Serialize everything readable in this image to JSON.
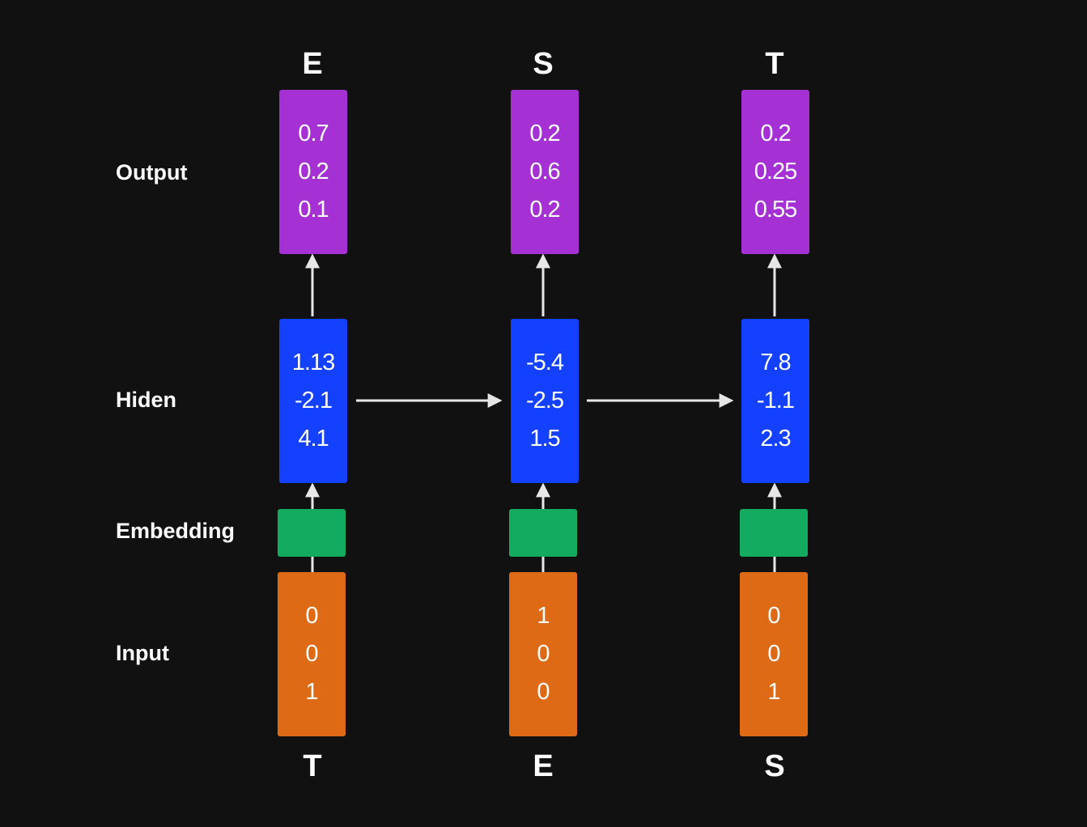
{
  "row_labels": {
    "output": "Output",
    "hidden": "Hiden",
    "embedding": "Embedding",
    "input": "Input"
  },
  "columns": [
    {
      "output_letter": "E",
      "input_letter": "T",
      "output": [
        "0.7",
        "0.2",
        "0.1"
      ],
      "hidden": [
        "1.13",
        "-2.1",
        "4.1"
      ],
      "input": [
        "0",
        "0",
        "1"
      ]
    },
    {
      "output_letter": "S",
      "input_letter": "E",
      "output": [
        "0.2",
        "0.6",
        "0.2"
      ],
      "hidden": [
        "-5.4",
        "-2.5",
        "1.5"
      ],
      "input": [
        "1",
        "0",
        "0"
      ]
    },
    {
      "output_letter": "T",
      "input_letter": "S",
      "output": [
        "0.2",
        "0.25",
        "0.55"
      ],
      "hidden": [
        "7.8",
        "-1.1",
        "2.3"
      ],
      "input": [
        "0",
        "0",
        "1"
      ]
    }
  ],
  "colors": {
    "background": "#111111",
    "output": "#a530d4",
    "hidden": "#1441ff",
    "embedding": "#13ab60",
    "input": "#de6a15",
    "arrow": "#e6e6e6"
  }
}
